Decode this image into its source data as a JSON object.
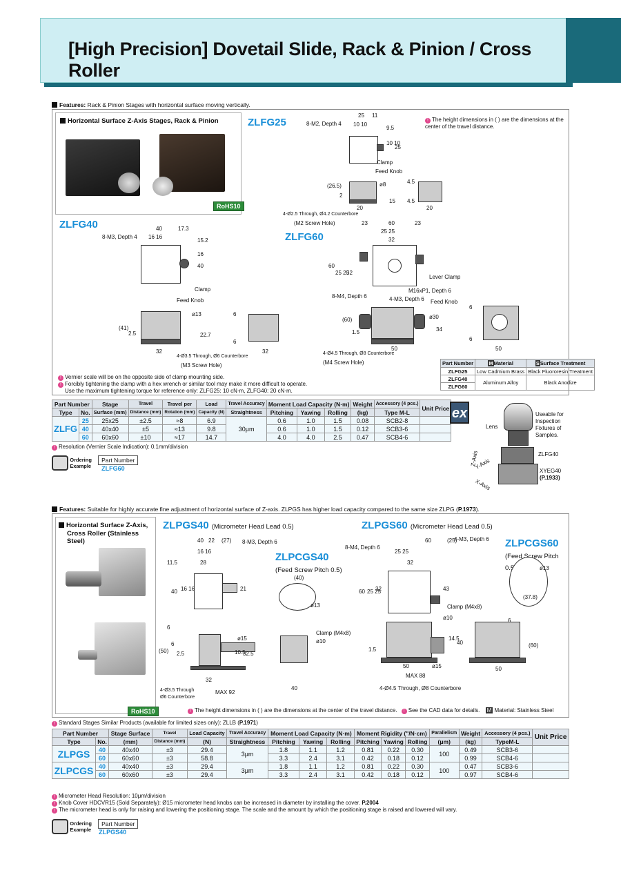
{
  "header": {
    "title": "[High Precision] Dovetail Slide, Rack & Pinion / Cross Roller"
  },
  "section1": {
    "features_label": "Features:",
    "features_text": "Rack & Pinion Stages with horizontal surface moving vertically.",
    "photo_title": "Horizontal Surface Z-Axis Stages, Rack & Pinion",
    "rohs": "RoHS10",
    "models": {
      "a": "ZLFG25",
      "b": "ZLFG40",
      "c": "ZLFG60"
    },
    "height_note": "The height dimensions in ( ) are the dimensions at the center of the travel distance.",
    "dims25": {
      "d1": "8-M2, Depth 4",
      "d2": "25",
      "d3": "11",
      "d4": "10 10",
      "d5": "9.5",
      "d6": "10 10",
      "d7": "25",
      "clamp": "Clamp",
      "feed": "Feed Knob",
      "d8": "(26.5)",
      "d9": "2",
      "d10": "ø8",
      "d11": "4.5",
      "d12": "20",
      "d13": "4.5",
      "d14": "20",
      "d15": "15",
      "hole": "4-Ø2.5 Through, Ø4.2 Counterbore",
      "screw": "(M2 Screw Hole)"
    },
    "dims40": {
      "d1": "8-M3, Depth 4",
      "d2": "40",
      "d3": "17.3",
      "d4": "16 16",
      "d5": "15.2",
      "d6": "16",
      "d7": "40",
      "clamp": "Clamp",
      "feed": "Feed Knob",
      "d8": "(41)",
      "d9": "2.5",
      "d10": "ø13",
      "d11": "22.7",
      "d12": "6",
      "d13": "6",
      "d14": "32",
      "d15": "32",
      "hole": "4-Ø3.5 Through, Ø6 Counterbore",
      "screw": "(M3 Screw Hole)"
    },
    "dims60": {
      "d1": "23",
      "d2": "60",
      "d3": "23",
      "d4": "25 25",
      "d5": "32",
      "d6": "60",
      "d7": "25 25",
      "d8": "32",
      "lever": "Lever Clamp",
      "m16": "M16xP1, Depth 6",
      "m4": "8-M4, Depth 6",
      "m3": "4-M3, Depth 6",
      "feed": "Feed Knob",
      "d9": "(60)",
      "d10": "1.5",
      "d11": "ø30",
      "d12": "34",
      "d13": "6",
      "d14": "6",
      "d15": "50",
      "d16": "50",
      "hole": "4-Ø4.5 Through, Ø8 Counterbore",
      "screw": "(M4 Screw Hole)"
    },
    "material_table": {
      "headers": [
        "Part Number",
        "Material",
        "Surface Treatment"
      ],
      "rows": [
        [
          "ZLFG25",
          "Low Cadmium Brass",
          "Black Fluororesin Treatment"
        ],
        [
          "ZLFG40",
          "Aluminum Alloy",
          "Black Anodize"
        ],
        [
          "ZLFG60",
          "",
          ""
        ]
      ]
    },
    "notes": [
      "Vernier scale will be on the opposite side of clamp mounting side.",
      "Forcibly tightening the clamp with a hex wrench or similar tool may make it more difficult to operate.",
      "Use the maximum tightening torque for reference only: ZLFG25: 10 cN·m, ZLFG40: 20 cN·m."
    ],
    "spec_table": {
      "h_part": "Part Number",
      "h_type": "Type",
      "h_no": "No.",
      "h_stage": "Stage",
      "h_stage2": "Surface (mm)",
      "h_travel": "Travel",
      "h_travel2": "Distance (mm)",
      "h_tpr": "Travel per",
      "h_tpr2": "Rotation (mm)",
      "h_load": "Load",
      "h_load2": "Capacity (N)",
      "h_acc": "Travel Accuracy",
      "h_acc2": "Straightness",
      "h_moment": "Moment Load Capacity (N·m)",
      "h_pitch": "Pitching",
      "h_yaw": "Yawing",
      "h_roll": "Rolling",
      "h_weight": "Weight",
      "h_weight2": "(kg)",
      "h_acc4": "Accessory (4 pcs.)",
      "h_acc4b": "Type M-L",
      "h_price": "Unit Price",
      "type": "ZLFG",
      "straightness": "30μm",
      "rows": [
        {
          "no": "25",
          "stage": "25x25",
          "travel": "±2.5",
          "tpr": "≈8",
          "load": "6.9",
          "pitch": "0.6",
          "yaw": "1.0",
          "roll": "1.5",
          "weight": "0.08",
          "acc": "SCB2-8"
        },
        {
          "no": "40",
          "stage": "40x40",
          "travel": "±5",
          "tpr": "≈13",
          "load": "9.8",
          "pitch": "0.6",
          "yaw": "1.0",
          "roll": "1.5",
          "weight": "0.12",
          "acc": "SCB3-6"
        },
        {
          "no": "60",
          "stage": "60x60",
          "travel": "±10",
          "tpr": "≈17",
          "load": "14.7",
          "pitch": "4.0",
          "yaw": "4.0",
          "roll": "2.5",
          "weight": "0.47",
          "acc": "SCB4-6"
        }
      ]
    },
    "resolution": "Resolution (Vernier Scale Indication): 0.1mm/division",
    "ordering": {
      "label1": "Ordering",
      "label2": "Example",
      "pn_label": "Part Number",
      "pn": "ZLFG60"
    },
    "example": {
      "icon": "ex",
      "lens": "Lens",
      "useable": [
        "Useable for",
        "Inspection",
        "Fixtures of",
        "Samples."
      ],
      "zlfg40": "ZLFG40",
      "xyeg40": "XYEG40",
      "page": "(P.1933)",
      "zaxis": "Z-Axis",
      "yaxis": "Y-Axis",
      "xaxis": "X-Axis"
    }
  },
  "section2": {
    "features_label": "Features:",
    "features_text": "Suitable for highly accurate fine adjustment of horizontal surface of Z-axis. ZLPGS has higher load capacity compared to the same size ZLPG (",
    "features_page": "P.1973",
    "features_end": ").",
    "photo_title1": "Horizontal Surface Z-Axis,",
    "photo_title2": "Cross Roller (Stainless Steel)",
    "rohs": "RoHS10",
    "model_a": "ZLPGS40",
    "model_a_sub": "(Micrometer Head Lead 0.5)",
    "model_b": "ZLPGS60",
    "model_b_sub": "(Micrometer Head Lead 0.5)",
    "model_c": "ZLPCGS40",
    "model_c_sub": "(Feed Screw Pitch 0.5)",
    "model_d": "ZLPCGS60",
    "model_d_sub": "(Feed Screw Pitch 0.5)",
    "dims40": {
      "d1": "40",
      "d2": "22",
      "d3": "(27)",
      "d4": "16 16",
      "d5": "28",
      "d6": "11.5",
      "d7": "40",
      "d8": "16 16",
      "d9": "21",
      "m3": "8-M3, Depth 6",
      "d10": "(40)",
      "d11": "ø13",
      "d12": "6",
      "d13": "(50)",
      "d14": "6",
      "d15": "2.5",
      "d16": "ø15",
      "d17": "32.5",
      "d18": "10.5",
      "d19": "32",
      "d20": "MAX 92",
      "d21": "40",
      "clamp": "Clamp (M4x8)",
      "d22": "ø10",
      "hole1": "4-Ø3.5 Through",
      "hole2": "Ø6 Counterbore"
    },
    "dims60": {
      "d1": "60",
      "d2": "(25)",
      "m3": "4-M3, Depth 6",
      "m4": "8-M4, Depth 6",
      "d3": "25 25",
      "d4": "32",
      "d5": "60",
      "d6": "25 25",
      "d7": "32",
      "d8": "43",
      "d9": "ø13",
      "d10": "(37.8)",
      "clamp": "Clamp (M4x8)",
      "d11": "ø10",
      "d12": "1.5",
      "d13": "6",
      "d14": "14.5",
      "d15": "40",
      "d16": "(60)",
      "d17": "ø15",
      "d18": "50",
      "d19": "MAX 88",
      "d20": "50",
      "hole": "4-Ø4.5 Through, Ø8 Counterbore"
    },
    "legend_height": "The height dimensions in ( ) are the dimensions at the center of the travel distance.",
    "legend_cad": "See the CAD data for details.",
    "legend_mat": "Material: Stainless Steel",
    "similar": "Standard Stages Similar Products (available for limited sizes only): ZLLB (",
    "similar_page": "P.1971",
    "similar_end": ")",
    "spec_table": {
      "h_part": "Part Number",
      "h_type": "Type",
      "h_no": "No.",
      "h_stage": "Stage Surface",
      "h_stage2": "(mm)",
      "h_travel": "Travel",
      "h_travel2": "Distance",
      "h_travel3": "(mm)",
      "h_load": "Load Capacity",
      "h_load2": "(N)",
      "h_acc": "Travel Accuracy",
      "h_acc2": "Straightness",
      "h_moment": "Moment Load Capacity (N·m)",
      "h_rigid": "Moment Rigidity (\"/N·cm)",
      "h_pitch": "Pitching",
      "h_yaw": "Yawing",
      "h_roll": "Rolling",
      "h_par": "Parallelism",
      "h_par2": "(μm)",
      "h_weight": "Weight",
      "h_weight2": "(kg)",
      "h_acc4": "Accessory (4 pcs.)",
      "h_acc4b": "TypeM-L",
      "h_price": "Unit Price",
      "groups": [
        {
          "type": "ZLPGS",
          "straight": "3μm",
          "par": "100",
          "rows": [
            {
              "no": "40",
              "stage": "40x40",
              "travel": "±3",
              "load": "29.4",
              "p": "1.8",
              "y": "1.1",
              "r": "1.2",
              "rp": "0.81",
              "ry": "0.22",
              "rr": "0.30",
              "w": "0.49",
              "acc": "SCB3-6"
            },
            {
              "no": "60",
              "stage": "60x60",
              "travel": "±3",
              "load": "58.8",
              "p": "3.3",
              "y": "2.4",
              "r": "3.1",
              "rp": "0.42",
              "ry": "0.18",
              "rr": "0.12",
              "w": "0.99",
              "acc": "SCB4-6"
            }
          ]
        },
        {
          "type": "ZLPCGS",
          "straight": "3μm",
          "par": "100",
          "rows": [
            {
              "no": "40",
              "stage": "40x40",
              "travel": "±3",
              "load": "29.4",
              "p": "1.8",
              "y": "1.1",
              "r": "1.2",
              "rp": "0.81",
              "ry": "0.22",
              "rr": "0.30",
              "w": "0.47",
              "acc": "SCB3-6"
            },
            {
              "no": "60",
              "stage": "60x60",
              "travel": "±3",
              "load": "29.4",
              "p": "3.3",
              "y": "2.4",
              "r": "3.1",
              "rp": "0.42",
              "ry": "0.18",
              "rr": "0.12",
              "w": "0.97",
              "acc": "SCB4-6"
            }
          ]
        }
      ]
    },
    "notes": [
      "Micrometer Head Resolution: 10μm/division",
      "Knob Cover HDCVR15 (Sold Separately): Ø15 micrometer head knobs can be increased in diameter by installing the cover.",
      "The micrometer head is only for raising and lowering the positioning stage. The scale and the amount by which the positioning stage is raised and lowered will vary."
    ],
    "knob_page": "P.2004",
    "ordering": {
      "label1": "Ordering",
      "label2": "Example",
      "pn_label": "Part Number",
      "pn": "ZLPGS40"
    }
  }
}
